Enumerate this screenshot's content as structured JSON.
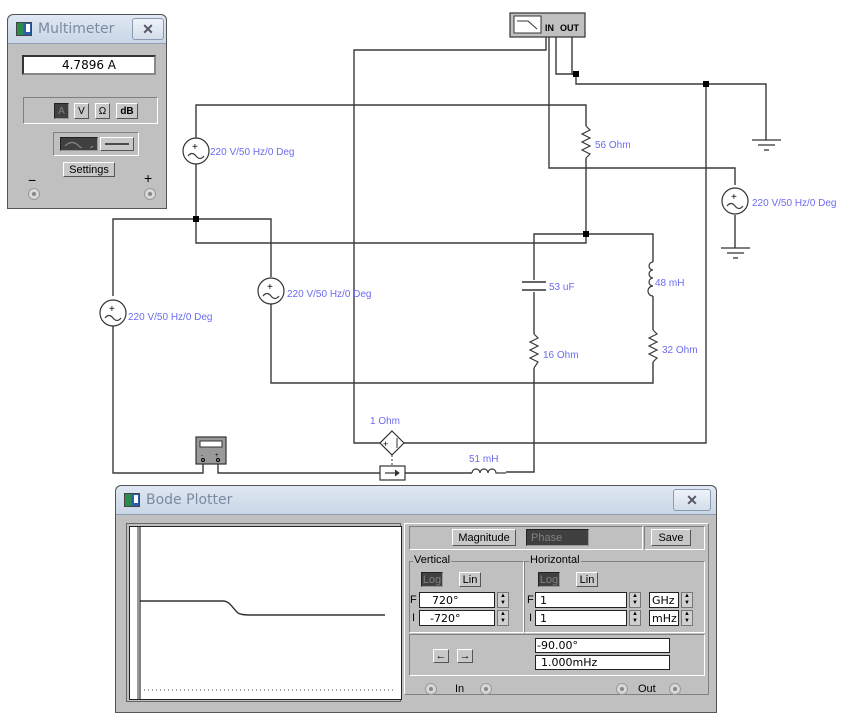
{
  "multimeter": {
    "title": "Multimeter",
    "close_label": "✕",
    "reading": "4.7896 A",
    "modes": [
      "A",
      "V",
      "Ω",
      "dB"
    ],
    "active_mode": "A",
    "waveforms": [
      "ac-wave-icon",
      "dc-line-icon"
    ],
    "active_waveform": "ac",
    "settings_label": "Settings",
    "neg_terminal": "−",
    "pos_terminal": "+"
  },
  "schematic": {
    "sources": [
      {
        "label": "220 V/50 Hz/0 Deg"
      },
      {
        "label": "220 V/50 Hz/0 Deg"
      },
      {
        "label": "220 V/50 Hz/0 Deg"
      },
      {
        "label": "220 V/50 Hz/0 Deg"
      }
    ],
    "r56": "56  Ohm",
    "c53": "53 uF",
    "l48": "48 mH",
    "r16": "16  Ohm",
    "r32": "32  Ohm",
    "dep_source": "1  Ohm",
    "l51": "51 mH",
    "bode_in": "IN",
    "bode_out": "OUT"
  },
  "bode": {
    "title": "Bode Plotter",
    "close_label": "✕",
    "magnitude_label": "Magnitude",
    "phase_label": "Phase",
    "save_label": "Save",
    "vertical_label": "Vertical",
    "horizontal_label": "Horizontal",
    "log_label": "Log",
    "lin_label": "Lin",
    "v_final_label": "F",
    "v_final_value": "720°",
    "v_initial_label": "I",
    "v_initial_value": "-720°",
    "h_final_label": "F",
    "h_final_value": "1",
    "h_final_unit": "GHz",
    "h_initial_label": "I",
    "h_initial_value": "1",
    "h_initial_unit": "mHz",
    "left_arrow": "←",
    "right_arrow": "→",
    "readout_value": "-90.00°",
    "readout_freq": "1.000mHz",
    "in_label": "In",
    "out_label": "Out",
    "plot": {
      "mode": "phase",
      "ylim_deg": [
        -720,
        720
      ],
      "curve_deg_levels": [
        0,
        -90
      ]
    }
  }
}
